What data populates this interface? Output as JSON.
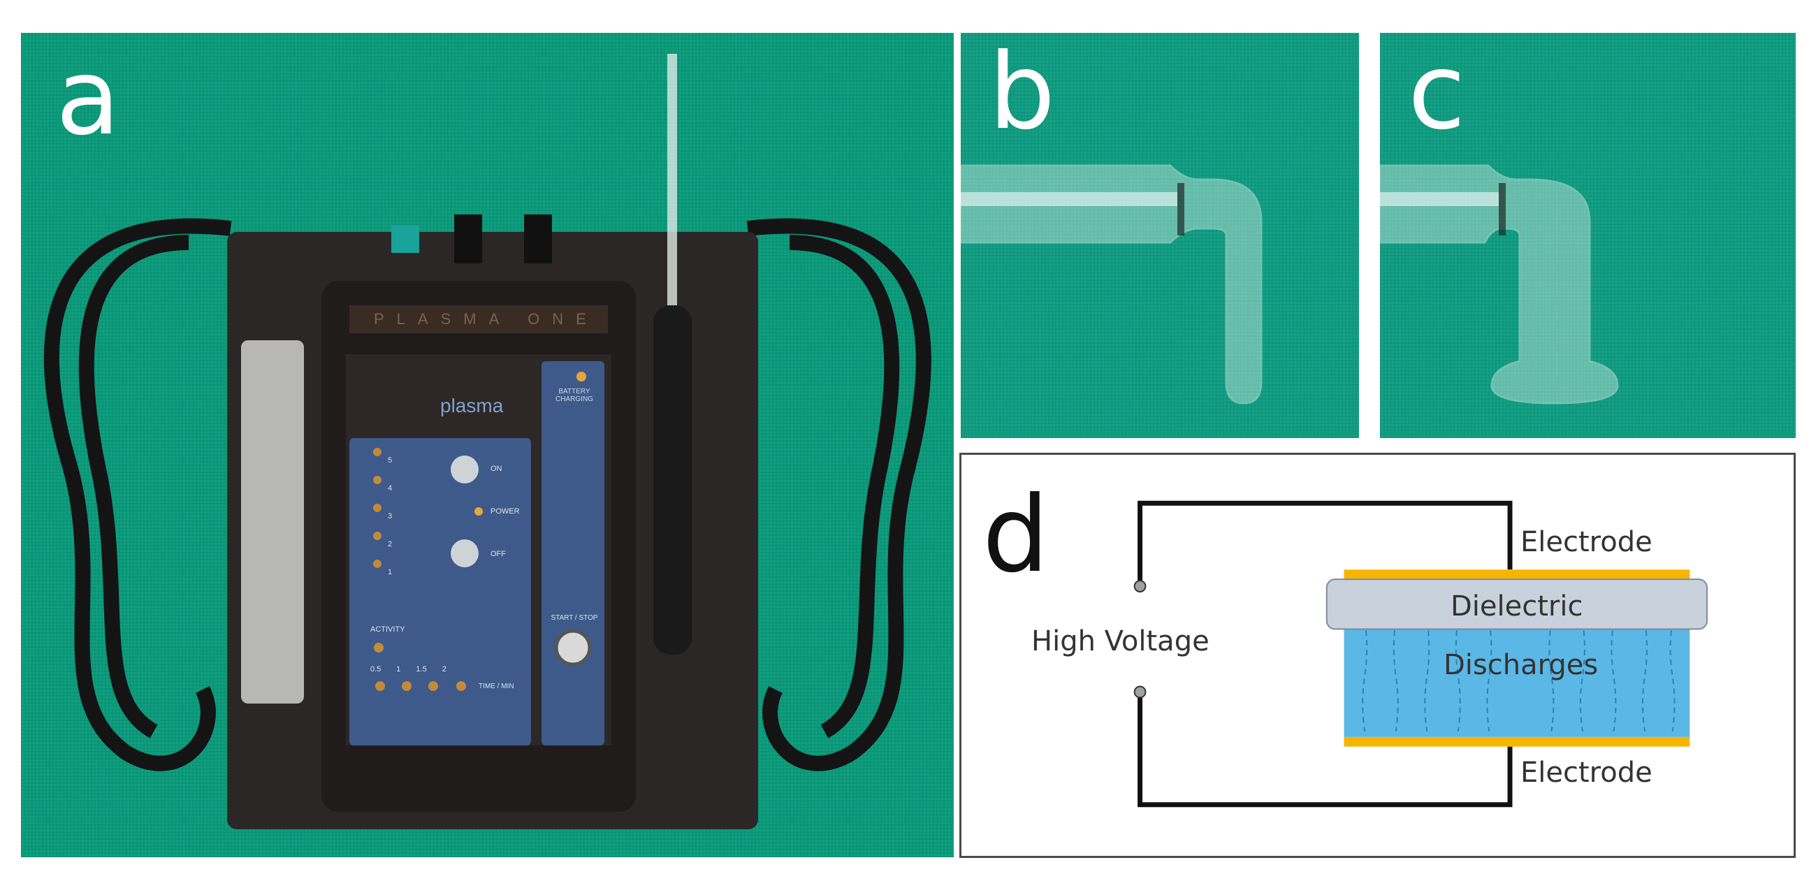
{
  "panels": {
    "a": {
      "letter": "a"
    },
    "b": {
      "letter": "b"
    },
    "c": {
      "letter": "c"
    },
    "d": {
      "letter": "d"
    }
  },
  "device": {
    "brand_strip": "PLASMA ONE",
    "logo_text": "plasma",
    "battery_label": "BATTERY CHARGING",
    "on_label": "ON",
    "power_label": "POWER",
    "off_label": "OFF",
    "power_levels": [
      "5",
      "4",
      "3",
      "2",
      "1"
    ],
    "activity_label": "ACTIVITY",
    "time_values": [
      "0.5",
      "1",
      "1.5",
      "2"
    ],
    "time_label": "TIME / MIN",
    "start_stop_label": "START / STOP"
  },
  "diagram": {
    "electrode_top": "Electrode",
    "dielectric": "Dielectric",
    "high_voltage": "High Voltage",
    "discharges": "Discharges",
    "electrode_bottom": "Electrode"
  },
  "colors": {
    "green_cloth": "#0e9f7f",
    "device_body": "#2a2624",
    "device_panel": "#3d5a8a",
    "electrode": "#f7b500",
    "dielectric": "#c9d2dc",
    "discharge": "#5bb8e6"
  }
}
